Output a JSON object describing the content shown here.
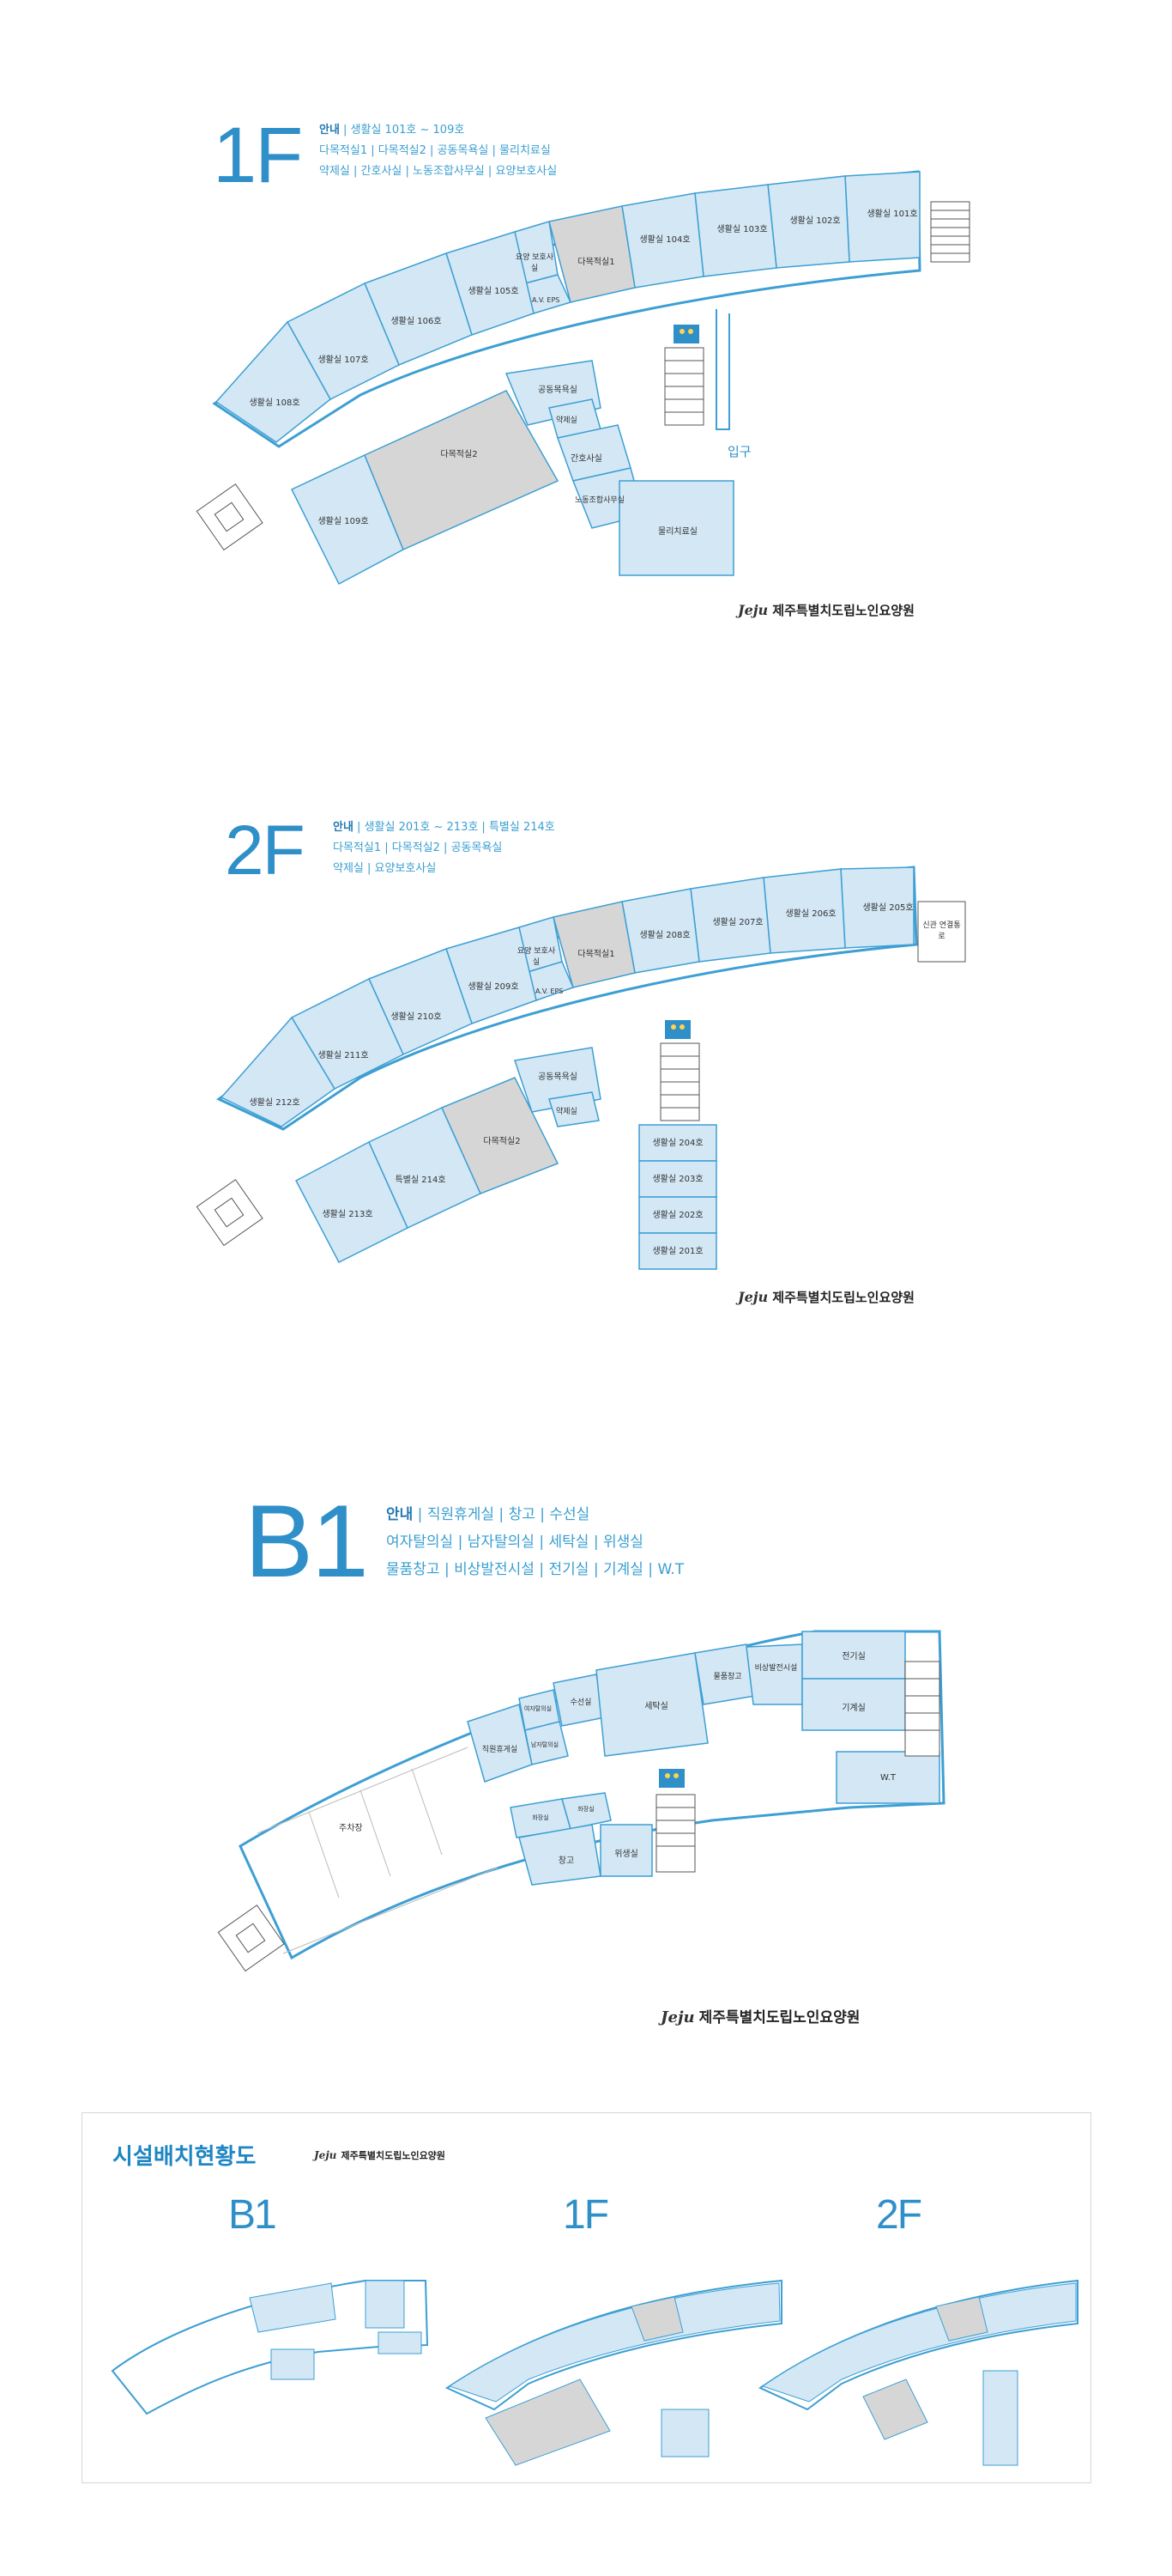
{
  "floors": {
    "f1": {
      "label": "1F",
      "legend_lines": [
        [
          "안내",
          "생활실 101호 ~ 109호"
        ],
        [
          "다목적실1",
          "다목적실2",
          "공동목욕실",
          "물리치료실"
        ],
        [
          "약제실",
          "간호사실",
          "노동조합사무실",
          "요양보호사실"
        ]
      ],
      "rooms": {
        "r101": "생활실 101호",
        "r102": "생활실 102호",
        "r103": "생활실 103호",
        "r104": "생활실 104호",
        "r105": "생활실 105호",
        "r106": "생활실 106호",
        "r107": "생활실 107호",
        "r108": "생활실 108호",
        "r109": "생활실 109호",
        "care": "요양 보호사실",
        "multi1": "다목적실1",
        "multi2": "다목적실2",
        "av": "A.V.",
        "eps": "EPS",
        "bath": "공동목욕실",
        "pharm": "약제실",
        "nurse": "간호사실",
        "union": "노동조합사무실",
        "physio": "물리치료실",
        "entrance": "입구"
      }
    },
    "f2": {
      "label": "2F",
      "legend_lines": [
        [
          "안내",
          "생활실 201호 ~ 213호",
          "특별실 214호"
        ],
        [
          "다목적실1",
          "다목적실2",
          "공동목욕실"
        ],
        [
          "약제실",
          "요양보호사실"
        ]
      ],
      "rooms": {
        "r205": "생활실 205호",
        "r206": "생활실 206호",
        "r207": "생활실 207호",
        "r208": "생활실 208호",
        "r209": "생활실 209호",
        "r210": "생활실 210호",
        "r211": "생활실 211호",
        "r212": "생활실 212호",
        "r213": "생활실 213호",
        "r214": "특별실 214호",
        "care": "요양 보호사실",
        "multi1": "다목적실1",
        "multi2": "다목적실2",
        "av": "A.V.",
        "eps": "EPS",
        "bath": "공동목욕실",
        "pharm": "약제실",
        "r204": "생활실 204호",
        "r203": "생활실 203호",
        "r202": "생활실 202호",
        "r201": "생활실 201호",
        "newbldg": "신관 연결통로"
      }
    },
    "b1": {
      "label": "B1",
      "legend_lines": [
        [
          "안내",
          "직원휴게실",
          "창고",
          "수선실"
        ],
        [
          "여자탈의실",
          "남자탈의실",
          "세탁실",
          "위생실"
        ],
        [
          "물품창고",
          "비상발전시설",
          "전기실",
          "기계실",
          "W.T"
        ]
      ],
      "rooms": {
        "parking": "주차장",
        "staff": "직원휴게실",
        "womens": "여자탈의실",
        "mens": "남자탈의실",
        "repair": "수선실",
        "laundry": "세탁실",
        "storage": "물품창고",
        "generator": "비상발전시설",
        "electric": "전기실",
        "machine": "기계실",
        "wt": "W.T",
        "warehouse": "창고",
        "hygiene": "위생실",
        "wc1": "화장실",
        "wc2": "화장실"
      }
    }
  },
  "logo": {
    "mark": "Jeju",
    "text": "제주특별치도립노인요양원"
  },
  "summary": {
    "title": "시설배치현황도",
    "labels": [
      "B1",
      "1F",
      "2F"
    ]
  },
  "colors": {
    "room_fill": "#d3e7f5",
    "gray_fill": "#d6d6d6",
    "stroke": "#3d9fd3",
    "accent": "#2f8fc9"
  }
}
